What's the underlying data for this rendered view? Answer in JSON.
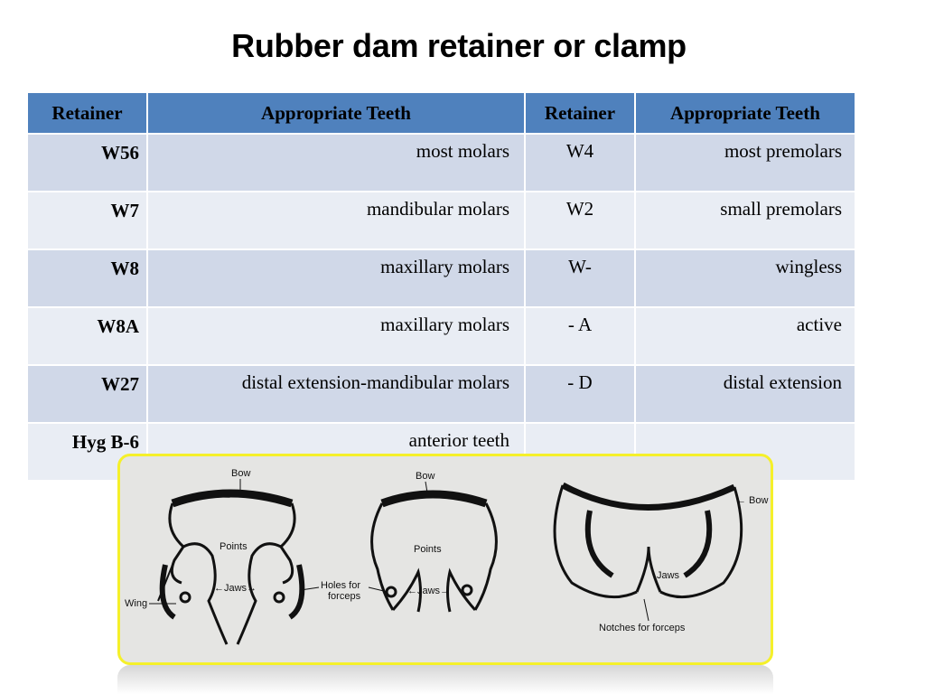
{
  "title": "Rubber dam retainer or clamp",
  "table": {
    "headers": [
      "Retainer",
      "Appropriate Teeth",
      "Retainer",
      "Appropriate Teeth"
    ],
    "rows": [
      {
        "retainer": "W56",
        "teeth": "most molars",
        "retainer2": "W4",
        "teeth2": "most premolars"
      },
      {
        "retainer": "W7",
        "teeth": "mandibular molars",
        "retainer2": "W2",
        "teeth2": "small premolars"
      },
      {
        "retainer": "W8",
        "teeth": "maxillary molars",
        "retainer2": "W-",
        "teeth2": "wingless"
      },
      {
        "retainer": "W8A",
        "teeth": "maxillary molars",
        "retainer2": "- A",
        "teeth2": "active"
      },
      {
        "retainer": "W27",
        "teeth": "distal extension-mandibular molars",
        "retainer2": "- D",
        "teeth2": "distal extension"
      },
      {
        "retainer": "Hyg B-6",
        "teeth": "anterior teeth",
        "retainer2": "",
        "teeth2": ""
      }
    ]
  },
  "figure": {
    "labels": {
      "bow": "Bow",
      "points": "Points",
      "jaws": "←Jaws→",
      "wing": "Wing",
      "holes_line1": "Holes for",
      "holes_line2": "forceps",
      "bow_right": "← Bow",
      "jaws_right": "Jaws",
      "notches": "Notches for forceps"
    }
  }
}
